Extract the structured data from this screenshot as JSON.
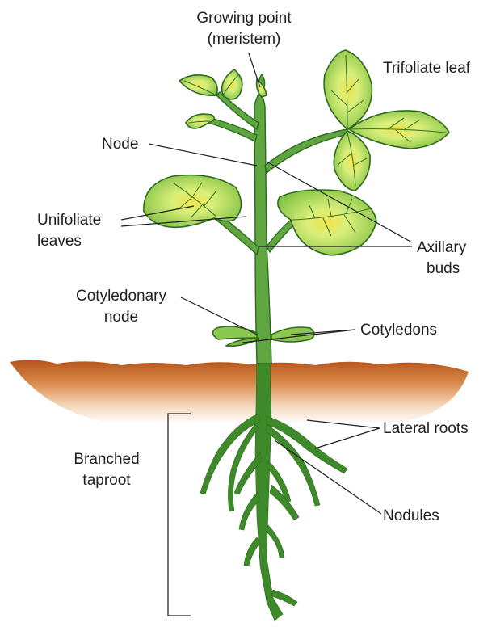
{
  "labels": {
    "growing_point_1": "Growing point",
    "growing_point_2": "(meristem)",
    "trifoliate_leaf": "Trifoliate leaf",
    "node": "Node",
    "unifoliate_1": "Unifoliate",
    "unifoliate_2": "leaves",
    "axillary_1": "Axillary",
    "axillary_2": "buds",
    "cotyledonary_1": "Cotyledonary",
    "cotyledonary_2": "node",
    "cotyledons": "Cotyledons",
    "lateral_roots": "Lateral roots",
    "branched_1": "Branched",
    "branched_2": "taproot",
    "nodules": "Nodules"
  },
  "colors": {
    "leaf_light": "#d9ef7a",
    "leaf_mid": "#a8d65a",
    "leaf_edge": "#7fbf43",
    "stem": "#5fa640",
    "root": "#3e8a2a",
    "soil_top": "#b4541b",
    "soil_fade": "#ffffff",
    "text": "#231f20"
  }
}
